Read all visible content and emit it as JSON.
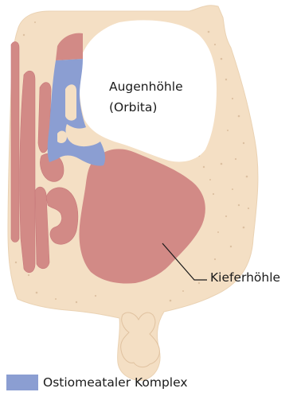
{
  "labels": {
    "orbita_line1": "Augenhöhle",
    "orbita_line2": "(Orbita)",
    "maxillary": "Kieferhöhle"
  },
  "legend": {
    "text": "Ostiomeataler Komplex"
  },
  "colors": {
    "bone": "#f4dfc4",
    "bone_outline": "#e6c9a5",
    "bone_speckle": "#dcc0a0",
    "mucosa": "#d28a86",
    "mucosa_dark": "#c7787a",
    "ostiomeatal": "#8b9ed2",
    "cavity": "#ffffff"
  }
}
